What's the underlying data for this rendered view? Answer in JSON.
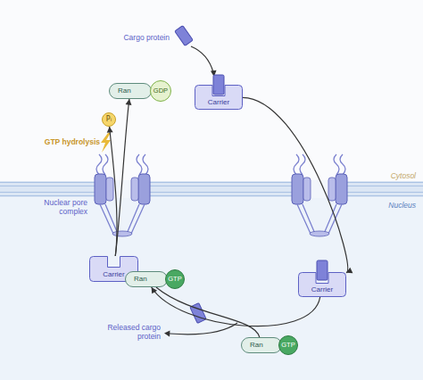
{
  "diagram": {
    "nodes": [
      {
        "text": [
          "Carrier"
        ]
      },
      {
        "text": [
          "Ran"
        ]
      },
      {
        "text": [
          "GDP"
        ]
      },
      {
        "text": [
          "Pᵢ"
        ]
      },
      {
        "text": [
          "Carrier"
        ]
      },
      {
        "text": [
          "Carrier"
        ]
      },
      {
        "text": [
          "Ran"
        ]
      },
      {
        "text": [
          "GTP"
        ]
      },
      {
        "text": [
          "Ran"
        ]
      },
      {
        "text": [
          "GTP"
        ]
      }
    ],
    "edges": [
      {
        "from": 0,
        "to": 4,
        "arrow": "to"
      },
      {
        "from": 4,
        "to": 6,
        "arrow": "to"
      },
      {
        "from": 8,
        "to": 6,
        "arrow": "none"
      },
      {
        "from": 5,
        "to": 1,
        "arrow": "to"
      },
      {
        "from": 5,
        "to": 3,
        "arrow": "to"
      }
    ],
    "labels": [
      "Cargo protein",
      "GTP hydrolysis",
      "Nuclear pore complex",
      "Cytosol",
      "Nucleus",
      "Released cargo protein"
    ]
  }
}
